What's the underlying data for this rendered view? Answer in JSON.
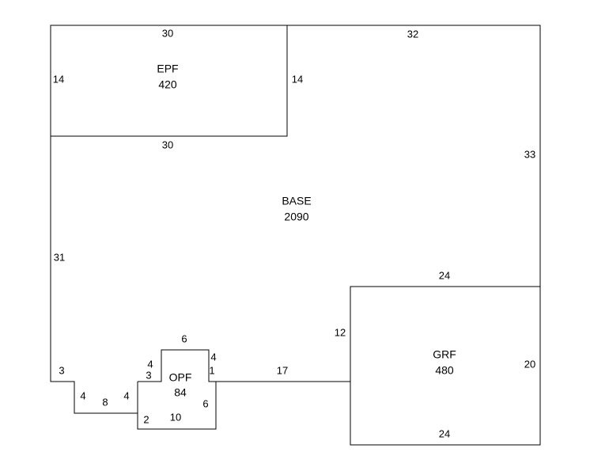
{
  "areas": {
    "epf": {
      "code": "EPF",
      "size": "420"
    },
    "base": {
      "code": "BASE",
      "size": "2090"
    },
    "grf": {
      "code": "GRF",
      "size": "480"
    },
    "opf": {
      "code": "OPF",
      "size": "84"
    }
  },
  "dimensions": {
    "epf_top": "30",
    "epf_left": "14",
    "epf_right": "14",
    "epf_bottom": "30",
    "base_top": "32",
    "base_right": "33",
    "base_left": "31",
    "base_step_left": "3",
    "step_down_left": "4",
    "step_bottom": "8",
    "step_down_right": "4",
    "opf_left_upper": "4",
    "opf_left_lower": "3",
    "opf_top": "6",
    "opf_right_upper": "4",
    "opf_right_lower": "1",
    "opf_bottom_left": "2",
    "opf_bottom": "10",
    "opf_right": "6",
    "base_bottom_mid": "17",
    "grf_left": "12",
    "grf_top": "24",
    "grf_right": "20",
    "grf_bottom": "24"
  }
}
